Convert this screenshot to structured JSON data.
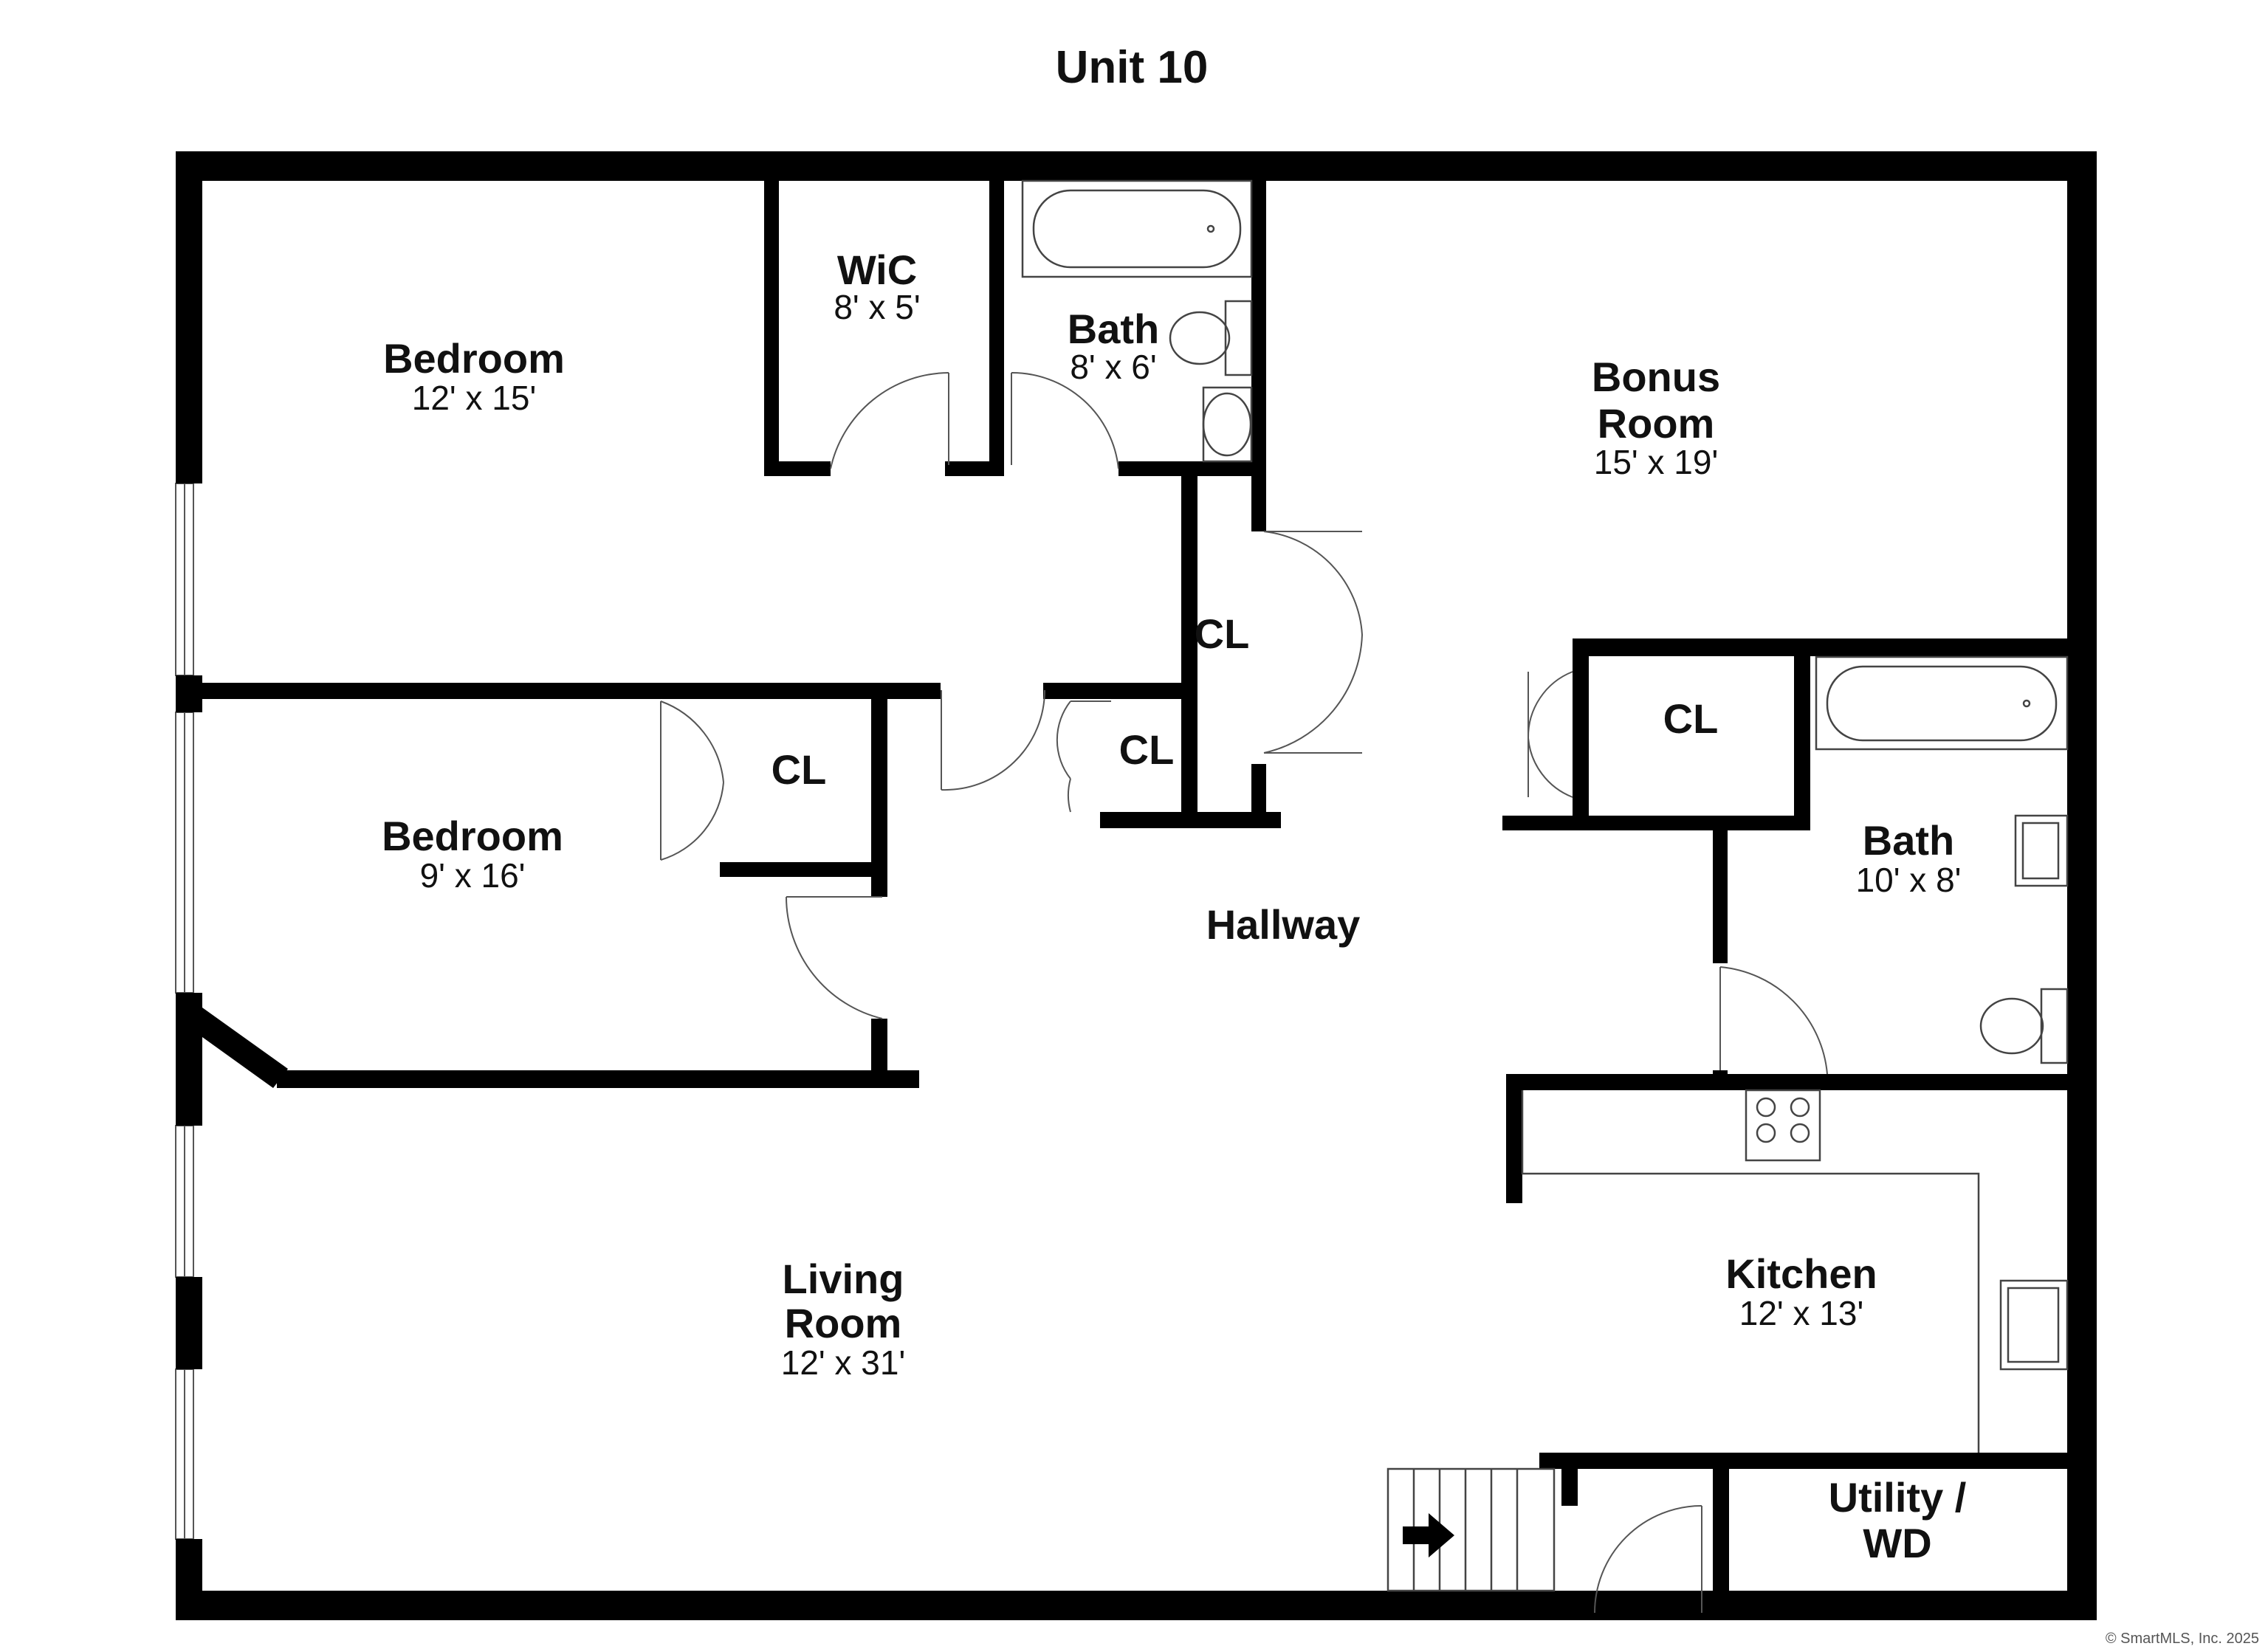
{
  "title": "Unit 10",
  "credit": "© SmartMLS, Inc. 2025",
  "rooms": {
    "bedroom_main": {
      "name": "Bedroom",
      "dims": "12' x 15'"
    },
    "wic": {
      "name": "WiC",
      "dims": "8' x 5'"
    },
    "bath_upper": {
      "name": "Bath",
      "dims": "8' x 6'"
    },
    "bonus": {
      "name1": "Bonus",
      "name2": "Room",
      "dims": "15' x 19'"
    },
    "bedroom_second": {
      "name": "Bedroom",
      "dims": "9' x 16'"
    },
    "hallway": {
      "name": "Hallway"
    },
    "bath_lower": {
      "name": "Bath",
      "dims": "10' x 8'"
    },
    "living": {
      "name1": "Living",
      "name2": "Room",
      "dims": "12' x 31'"
    },
    "kitchen": {
      "name": "Kitchen",
      "dims": "12' x 13'"
    },
    "utility": {
      "name1": "Utility /",
      "name2": "WD"
    }
  },
  "closets": {
    "cl_hall_tall": "CL",
    "cl_hall_small": "CL",
    "cl_bedroom": "CL",
    "cl_bath": "CL"
  },
  "colors": {
    "wall": "#000000",
    "fixture": "#444444"
  },
  "icons": {
    "entry": "entry-arrow-icon"
  }
}
